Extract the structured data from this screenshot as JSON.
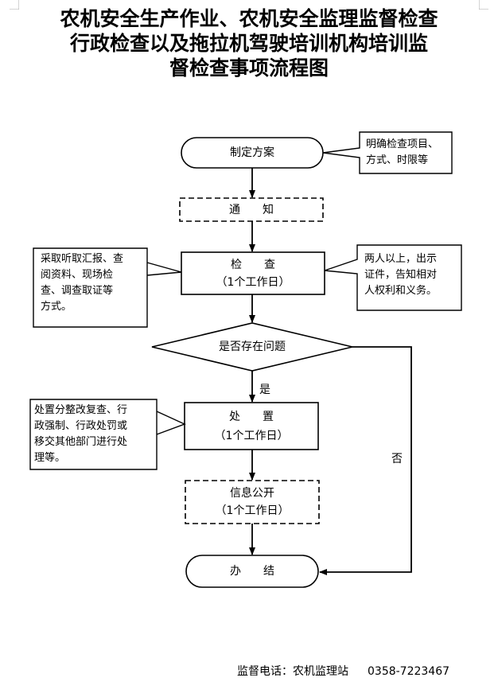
{
  "title": {
    "line1": "农机安全生产作业、农机安全监理监督检查",
    "line2": "行政检查以及拖拉机驾驶培训机构培训监",
    "line3": "督检查事项流程图"
  },
  "nodes": {
    "plan": "制定方案",
    "notify": "通　　知",
    "inspect": "检　　查",
    "inspect_days": "（1个工作日）",
    "decision": "是否存在问题",
    "handle": "处　　置",
    "handle_days": "（1个工作日）",
    "publish": "信息公开",
    "publish_days": "（1个工作日）",
    "finish": "办　　结"
  },
  "edges": {
    "yes": "是",
    "no": "否"
  },
  "notes": {
    "plan": [
      "明确检查项目、",
      "方式、时限等"
    ],
    "inspect_left": [
      "采取听取汇报、查",
      "阅资料、现场检",
      "查、调查取证等",
      "方式。"
    ],
    "inspect_right": [
      "两人以上，出示",
      "证件，告知相对",
      "人权利和义务。"
    ],
    "handle": [
      "处置分整改复查、行",
      "政强制、行政处罚或",
      "移交其他部门进行处",
      "理等。"
    ]
  },
  "footer": {
    "hotline": "监督电话：农机监理站",
    "phone": "0358-7223467"
  }
}
